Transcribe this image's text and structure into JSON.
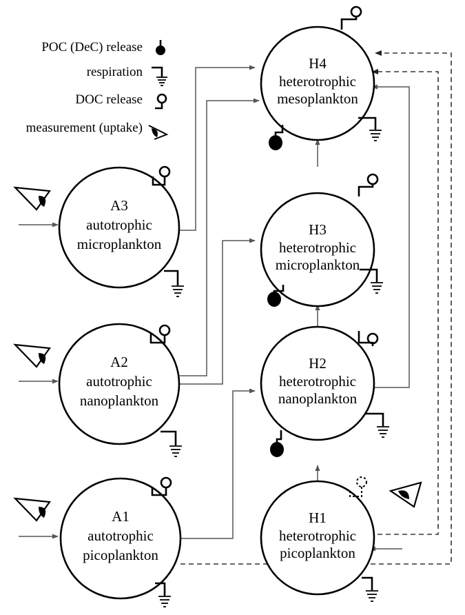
{
  "legend": {
    "poc": "POC (DeC) release",
    "respiration": "respiration",
    "doc": "DOC release",
    "measurement": "measurement (uptake)"
  },
  "nodes": {
    "a3": {
      "id": "A3",
      "line1": "autotrophic",
      "line2": "microplankton"
    },
    "a2": {
      "id": "A2",
      "line1": "autotrophic",
      "line2": "nanoplankton"
    },
    "a1": {
      "id": "A1",
      "line1": "autotrophic",
      "line2": "picoplankton"
    },
    "h4": {
      "id": "H4",
      "line1": "heterotrophic",
      "line2": "mesoplankton"
    },
    "h3": {
      "id": "H3",
      "line1": "heterotrophic",
      "line2": "microplankton"
    },
    "h2": {
      "id": "H2",
      "line1": "heterotrophic",
      "line2": "nanoplankton"
    },
    "h1": {
      "id": "H1",
      "line1": "heterotrophic",
      "line2": "picoplankton"
    }
  },
  "colors": {
    "line": "#000000",
    "flow": "#555555",
    "background": "#ffffff"
  },
  "icons": [
    "poc-release-icon",
    "respiration-icon",
    "doc-release-icon",
    "measurement-eye-icon"
  ]
}
